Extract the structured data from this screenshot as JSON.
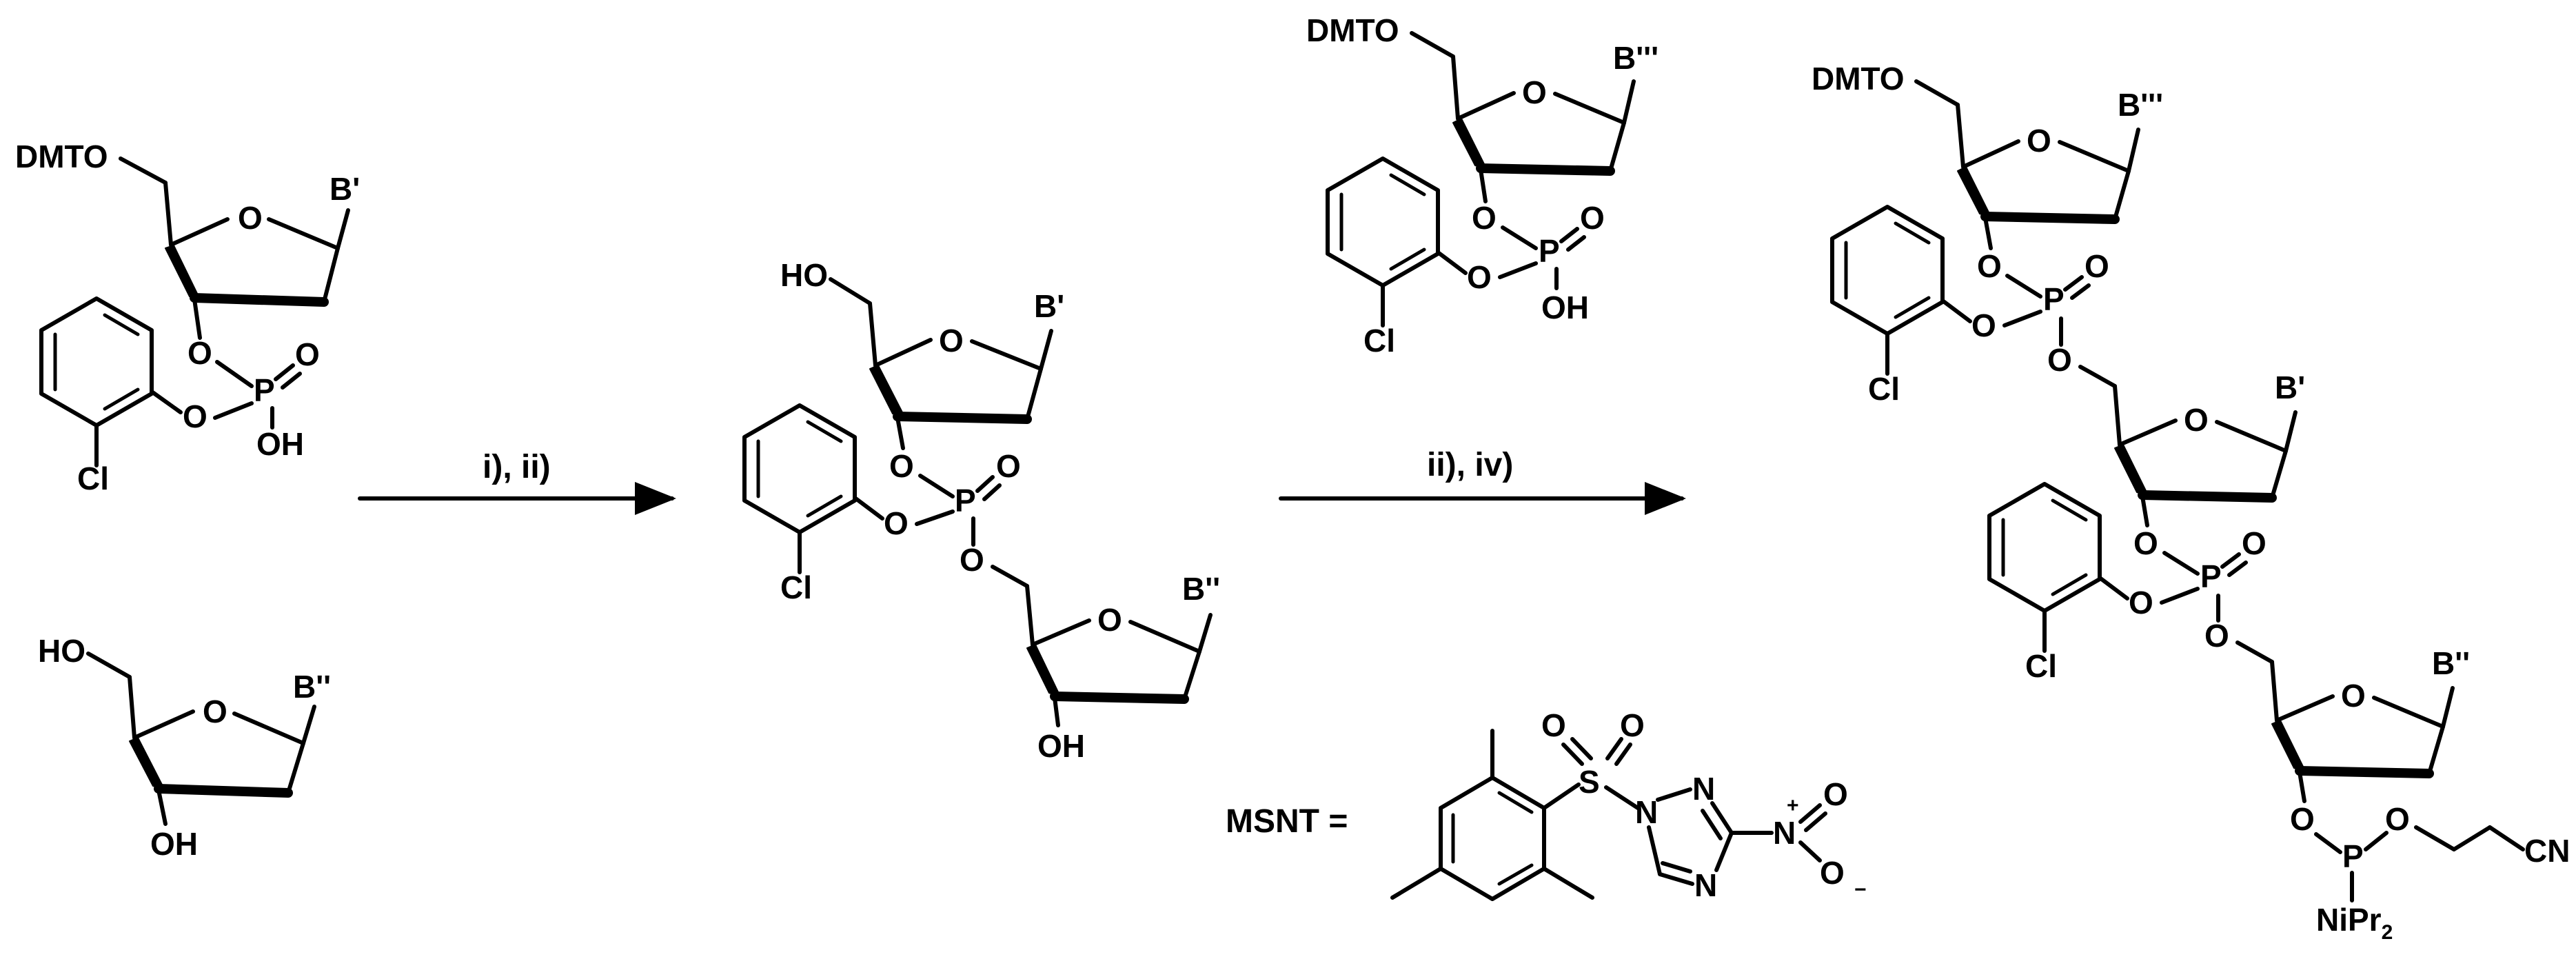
{
  "scheme": {
    "dmto": "DMTO",
    "ho": "HO",
    "oh": "OH",
    "o": "O",
    "p": "P",
    "cl": "Cl",
    "b1": "B'",
    "b2": "B''",
    "b3": "B'''",
    "nipr2": "NiPr",
    "nipr2_sub": "2",
    "cn": "CN",
    "s": "S",
    "n": "N",
    "plus": "+",
    "minus": "−"
  },
  "arrows": {
    "step1_label": "i), ii)",
    "step2_label": "ii), iv)"
  },
  "reagent": {
    "label": "MSNT ="
  }
}
